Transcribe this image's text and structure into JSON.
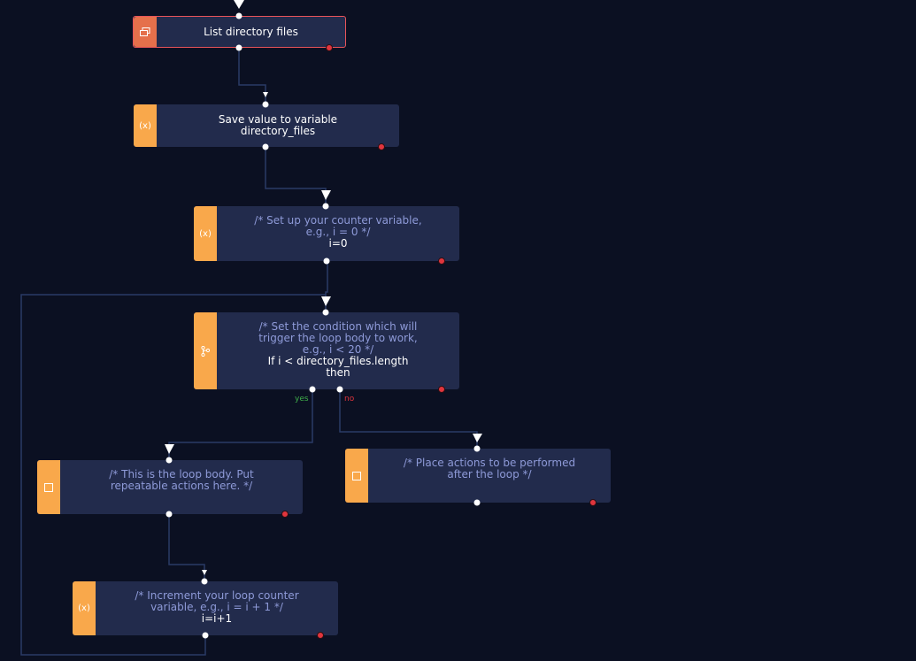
{
  "nodes": {
    "list_files": {
      "label": "List directory files"
    },
    "save_var": {
      "line1": "Save value to variable",
      "line2": "directory_files",
      "icon": "(x)"
    },
    "counter": {
      "c1": "/* Set up your counter variable,",
      "c2": "e.g., i = 0 */",
      "code": "i=0",
      "icon": "(x)"
    },
    "condition": {
      "c1": "/* Set the condition which will",
      "c2": "trigger the loop body to work,",
      "c3": "e.g., i < 20 */",
      "code1": "If i < directory_files.length",
      "code2": "then"
    },
    "loop_body": {
      "c1": "/* This is the loop body. Put",
      "c2": "repeatable actions here. */"
    },
    "after_loop": {
      "c1": "/* Place actions to be performed",
      "c2": "after the loop */"
    },
    "increment": {
      "c1": "/* Increment your loop counter",
      "c2": "variable, e.g., i = i + 1 */",
      "code": "i=i+1",
      "icon": "(x)"
    }
  },
  "branch_labels": {
    "yes": "yes",
    "no": "no"
  },
  "icons": {
    "list_files": "window-stack-icon",
    "condition": "branch-icon",
    "loop_body": "square-icon",
    "after_loop": "square-icon"
  },
  "colors": {
    "background": "#0b1022",
    "node": "#222b4c",
    "accent_orange": "#f9a84b",
    "accent_red": "#e5704b",
    "comment": "#8e9ad8",
    "connector": "#2a3a66",
    "yes": "#3fae4a",
    "no": "#e0353d"
  }
}
